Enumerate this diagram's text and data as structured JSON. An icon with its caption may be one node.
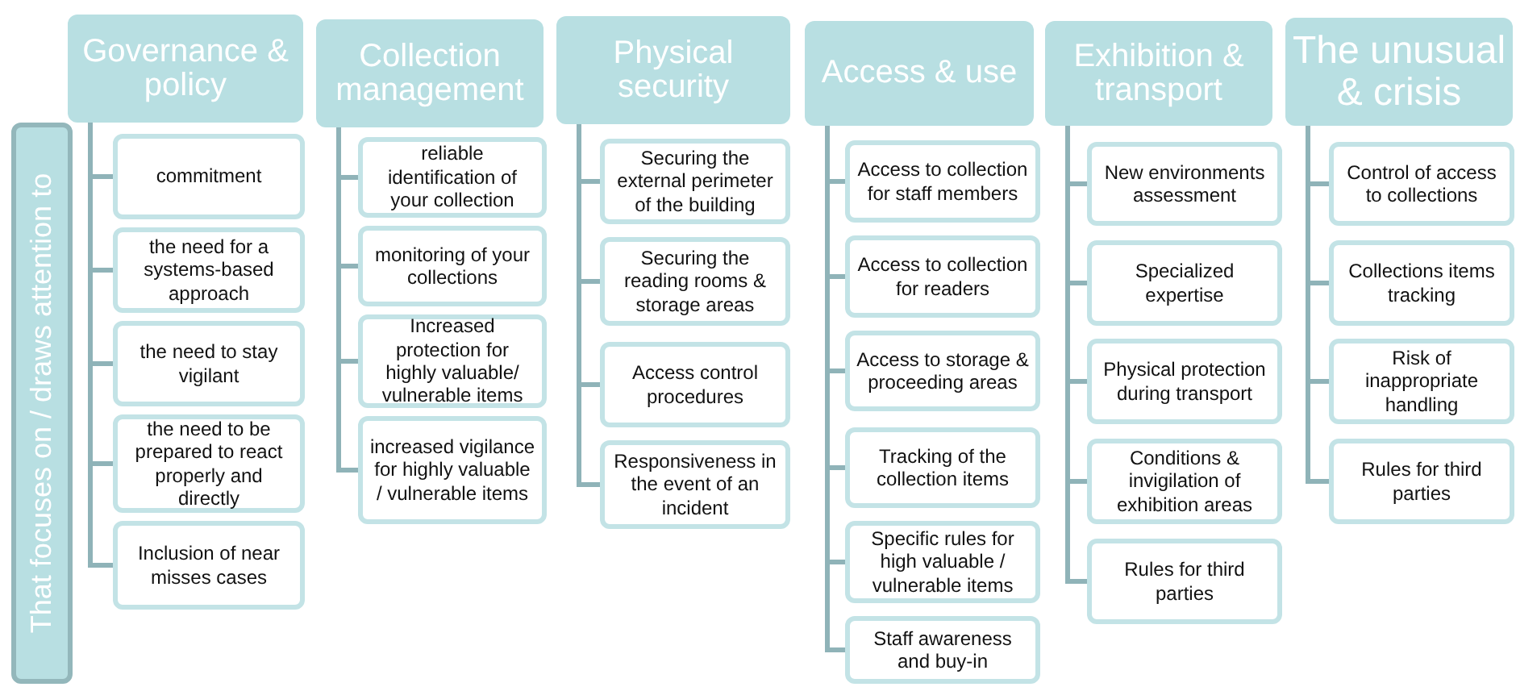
{
  "diagram": {
    "nodes": [
      {
        "text": [
          "That focuses on / draws attention to"
        ]
      },
      {
        "text": [
          "Governance & policy"
        ]
      },
      {
        "text": [
          "commitment"
        ]
      },
      {
        "text": [
          "the need for a systems-based approach"
        ]
      },
      {
        "text": [
          "the need to stay vigilant"
        ]
      },
      {
        "text": [
          "the need to be prepared to react properly and directly"
        ]
      },
      {
        "text": [
          "Inclusion of near misses cases"
        ]
      },
      {
        "text": [
          "Collection management"
        ]
      },
      {
        "text": [
          "reliable identification of your collection"
        ]
      },
      {
        "text": [
          "monitoring of your collections"
        ]
      },
      {
        "text": [
          "Increased protection for highly valuable/ vulnerable items"
        ]
      },
      {
        "text": [
          "increased vigilance for highly valuable / vulnerable items"
        ]
      },
      {
        "text": [
          "Physical security"
        ]
      },
      {
        "text": [
          "Securing the external perimeter of the building"
        ]
      },
      {
        "text": [
          "Securing the reading rooms & storage areas"
        ]
      },
      {
        "text": [
          "Access control procedures"
        ]
      },
      {
        "text": [
          "Responsiveness in the event of an incident"
        ]
      },
      {
        "text": [
          "Access & use"
        ]
      },
      {
        "text": [
          "Access to collection for staff members"
        ]
      },
      {
        "text": [
          "Access to collection for readers"
        ]
      },
      {
        "text": [
          "Access to storage & proceeding areas"
        ]
      },
      {
        "text": [
          "Tracking of the collection items"
        ]
      },
      {
        "text": [
          "Specific rules for high valuable / vulnerable items"
        ]
      },
      {
        "text": [
          "Staff awareness and buy-in"
        ]
      },
      {
        "text": [
          "Exhibition & transport"
        ]
      },
      {
        "text": [
          "New environments assessment"
        ]
      },
      {
        "text": [
          "Specialized expertise"
        ]
      },
      {
        "text": [
          "Physical protection during transport"
        ]
      },
      {
        "text": [
          "Conditions & invigilation of exhibition areas"
        ]
      },
      {
        "text": [
          "Rules for third parties"
        ]
      },
      {
        "text": [
          "The unusual & crisis"
        ]
      },
      {
        "text": [
          "Control of access to collections"
        ]
      },
      {
        "text": [
          "Collections items tracking"
        ]
      },
      {
        "text": [
          "Risk of inappropriate handling"
        ]
      },
      {
        "text": [
          "Rules for third parties"
        ]
      }
    ],
    "edges": [
      {
        "from": 1,
        "to": 2,
        "arrow": "none"
      },
      {
        "from": 1,
        "to": 3,
        "arrow": "none"
      },
      {
        "from": 1,
        "to": 4,
        "arrow": "none"
      },
      {
        "from": 1,
        "to": 5,
        "arrow": "none"
      },
      {
        "from": 1,
        "to": 6,
        "arrow": "none"
      },
      {
        "from": 7,
        "to": 8,
        "arrow": "none"
      },
      {
        "from": 7,
        "to": 9,
        "arrow": "none"
      },
      {
        "from": 7,
        "to": 10,
        "arrow": "none"
      },
      {
        "from": 7,
        "to": 11,
        "arrow": "none"
      },
      {
        "from": 12,
        "to": 13,
        "arrow": "none"
      },
      {
        "from": 12,
        "to": 14,
        "arrow": "none"
      },
      {
        "from": 12,
        "to": 15,
        "arrow": "none"
      },
      {
        "from": 12,
        "to": 16,
        "arrow": "none"
      },
      {
        "from": 17,
        "to": 18,
        "arrow": "none"
      },
      {
        "from": 17,
        "to": 19,
        "arrow": "none"
      },
      {
        "from": 17,
        "to": 20,
        "arrow": "none"
      },
      {
        "from": 17,
        "to": 21,
        "arrow": "none"
      },
      {
        "from": 17,
        "to": 22,
        "arrow": "none"
      },
      {
        "from": 17,
        "to": 23,
        "arrow": "none"
      },
      {
        "from": 24,
        "to": 25,
        "arrow": "none"
      },
      {
        "from": 24,
        "to": 26,
        "arrow": "none"
      },
      {
        "from": 24,
        "to": 27,
        "arrow": "none"
      },
      {
        "from": 24,
        "to": 28,
        "arrow": "none"
      },
      {
        "from": 24,
        "to": 29,
        "arrow": "none"
      },
      {
        "from": 30,
        "to": 31,
        "arrow": "none"
      },
      {
        "from": 30,
        "to": 32,
        "arrow": "none"
      },
      {
        "from": 30,
        "to": 33,
        "arrow": "none"
      },
      {
        "from": 30,
        "to": 34,
        "arrow": "none"
      }
    ]
  }
}
